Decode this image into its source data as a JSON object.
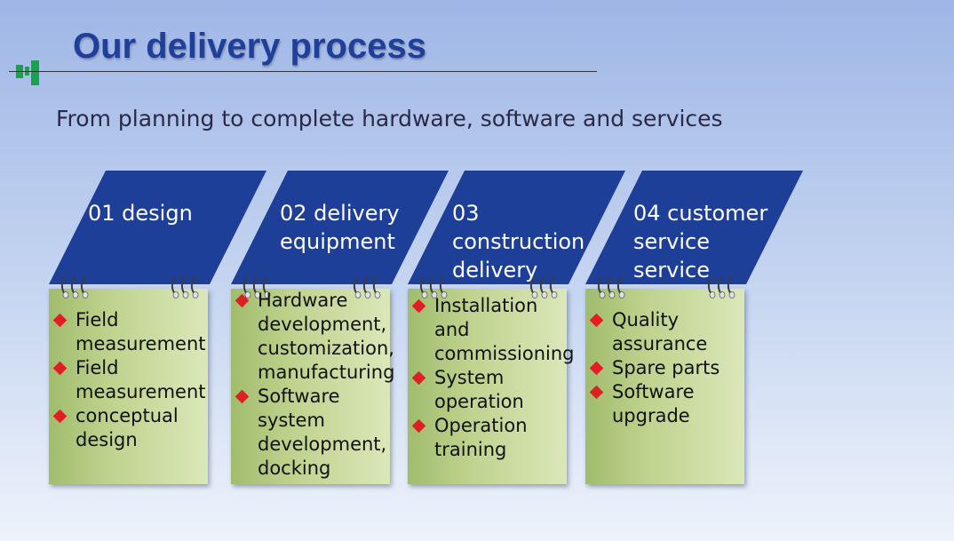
{
  "title": "Our delivery process",
  "subtitle": "From planning to complete hardware, software and services",
  "colors": {
    "title": "#1f3f98",
    "banner": "#1e3f98",
    "bullet": "#e11d25",
    "logo": "#19a24e"
  },
  "logo": {
    "icon": "green-bars-logo-icon"
  },
  "steps": [
    {
      "label_lines": [
        "01 design"
      ],
      "bullets": [
        [
          "Field",
          "measurement"
        ],
        [
          "Field",
          "measurement"
        ],
        [
          "conceptual",
          "design"
        ]
      ]
    },
    {
      "label_lines": [
        "02 delivery",
        "equipment"
      ],
      "bullets": [
        [
          "Hardware",
          "development,",
          "customization,",
          "manufacturing"
        ],
        [
          "Software",
          "system",
          "development,",
          "docking"
        ]
      ]
    },
    {
      "label_lines": [
        "03",
        "construction",
        "delivery"
      ],
      "bullets": [
        [
          "Installation",
          "and",
          "commissioning"
        ],
        [
          "System",
          "operation"
        ],
        [
          "Operation",
          "training"
        ]
      ]
    },
    {
      "label_lines": [
        "04 customer",
        "service",
        "service"
      ],
      "bullets": [
        [
          "Quality",
          "assurance"
        ],
        [
          "Spare parts"
        ],
        [
          "Software",
          "upgrade"
        ]
      ]
    }
  ]
}
